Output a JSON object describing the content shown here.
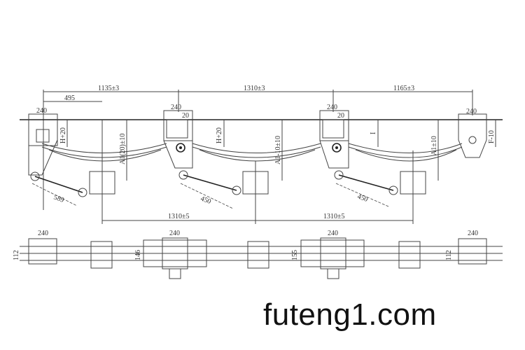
{
  "side_view": {
    "overall_dims": [
      "1135±3",
      "1310±3",
      "1165±3"
    ],
    "offset_dim": "495",
    "bracket_widths": [
      "240",
      "240",
      "240",
      "240"
    ],
    "bracket_offsets": [
      "20",
      "20"
    ],
    "height_dims": [
      "H+20",
      "H+20",
      "I",
      "F-10"
    ],
    "axle_height_dims": [
      "A1(20)±10",
      "A1-10±10",
      "A1±10"
    ],
    "rod_lengths": [
      "589",
      "450",
      "450"
    ],
    "axle_spacing": [
      "1310±5",
      "1310±5"
    ]
  },
  "top_view": {
    "widths": [
      "240",
      "240",
      "240",
      "240"
    ],
    "heights": [
      "112",
      "146",
      "155",
      "112"
    ]
  },
  "watermark": "futeng1.com"
}
